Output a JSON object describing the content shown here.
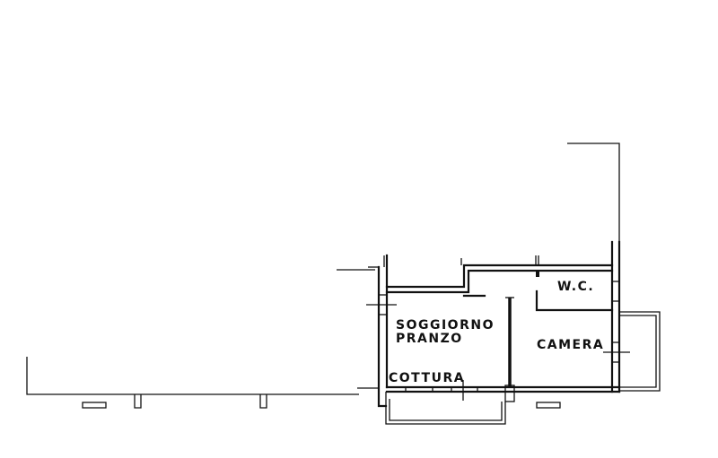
{
  "rooms": {
    "living": [
      "SOGGIORNO",
      "PRANZO"
    ],
    "kitchen": "COTTURA",
    "wc": "W.C.",
    "bedroom": "CAMERA"
  },
  "colors": {
    "ink": "#111111",
    "paper": "#ffffff"
  }
}
